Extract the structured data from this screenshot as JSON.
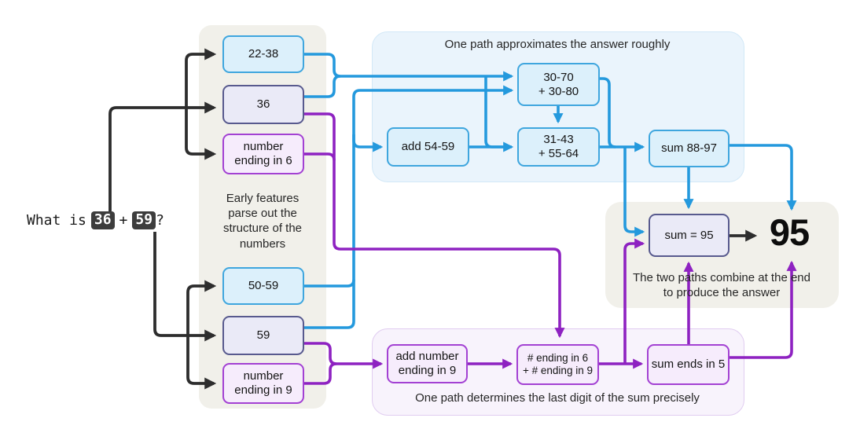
{
  "prompt": {
    "prefix": "What is",
    "operand1": "36",
    "operator": "+",
    "operand2": "59",
    "suffix": "?"
  },
  "nodes": {
    "f2238": {
      "label": "22-38"
    },
    "f36": {
      "label": "36"
    },
    "fend6": {
      "line1": "number",
      "line2": "ending in 6"
    },
    "f5059": {
      "label": "50-59"
    },
    "f59": {
      "label": "59"
    },
    "fend9": {
      "line1": "number",
      "line2": "ending in 9"
    },
    "sumRange1": {
      "line1": "30-70",
      "line2": "+ 30-80"
    },
    "add5459": {
      "label": "add 54-59"
    },
    "sumRange2": {
      "line1": "31-43",
      "line2": "+ 55-64"
    },
    "sum8897": {
      "label": "sum 88-97"
    },
    "sum95": {
      "label": "sum = 95"
    },
    "addEnd9": {
      "line1": "add number",
      "line2": "ending in 9"
    },
    "endCombo": {
      "line1": "# ending in 6",
      "line2": "+ # ending in 9"
    },
    "sumEnds5": {
      "label": "sum ends in 5"
    }
  },
  "captions": {
    "early_features": "Early features parse out the structure of the numbers",
    "approx_path": "One path approximates the answer roughly",
    "precise_path": "One path determines the last digit of the sum precisely",
    "combine_line1": "The two paths combine at the end",
    "combine_line2": "to produce the answer"
  },
  "answer": "95",
  "colors": {
    "blue_path": "#2499dd",
    "purple_path": "#8e22c1",
    "black_path": "#2d2d2d",
    "blue_box_fill": "#dcf0fb",
    "blue_box_border": "#3fa6de",
    "lavender_box_fill": "#eaeaf7",
    "lavender_box_border": "#585a8e",
    "purple_box_fill": "#f6ecfc",
    "purple_box_border": "#a341d3",
    "beige_region": "#f1f0ea",
    "blue_region": "#eaf4fc",
    "purple_region": "#f8f3fc",
    "token_bg": "#3d3d3d"
  }
}
